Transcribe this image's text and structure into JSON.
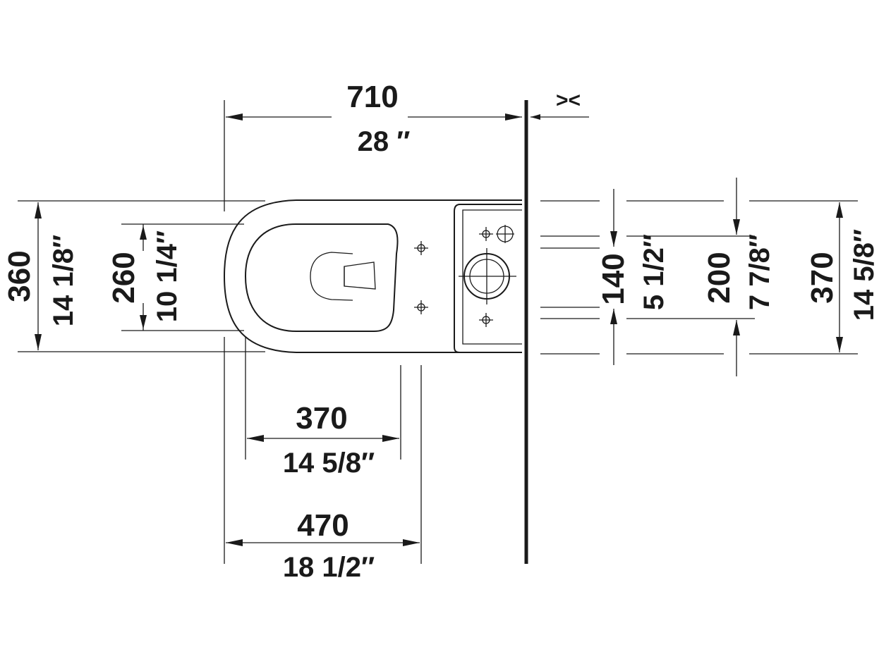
{
  "dimensions": {
    "overall_length": {
      "mm": "710",
      "in": "28 ″"
    },
    "overall_width": {
      "mm": "360",
      "in": "14 1/8″"
    },
    "seat_width": {
      "mm": "260",
      "in": "10 1/4″"
    },
    "fixing_distance": {
      "mm": "370",
      "in": "14 5/8″"
    },
    "front_to_outlet": {
      "mm": "470",
      "in": "18 1/2″"
    },
    "hole_spacing_140": {
      "mm": "140",
      "in": "5 1/2″"
    },
    "hole_spacing_200": {
      "mm": "200",
      "in": "7 7/8″"
    },
    "tank_width": {
      "mm": "370",
      "in": "14 5/8″"
    }
  },
  "wall_gap_symbol": "><"
}
